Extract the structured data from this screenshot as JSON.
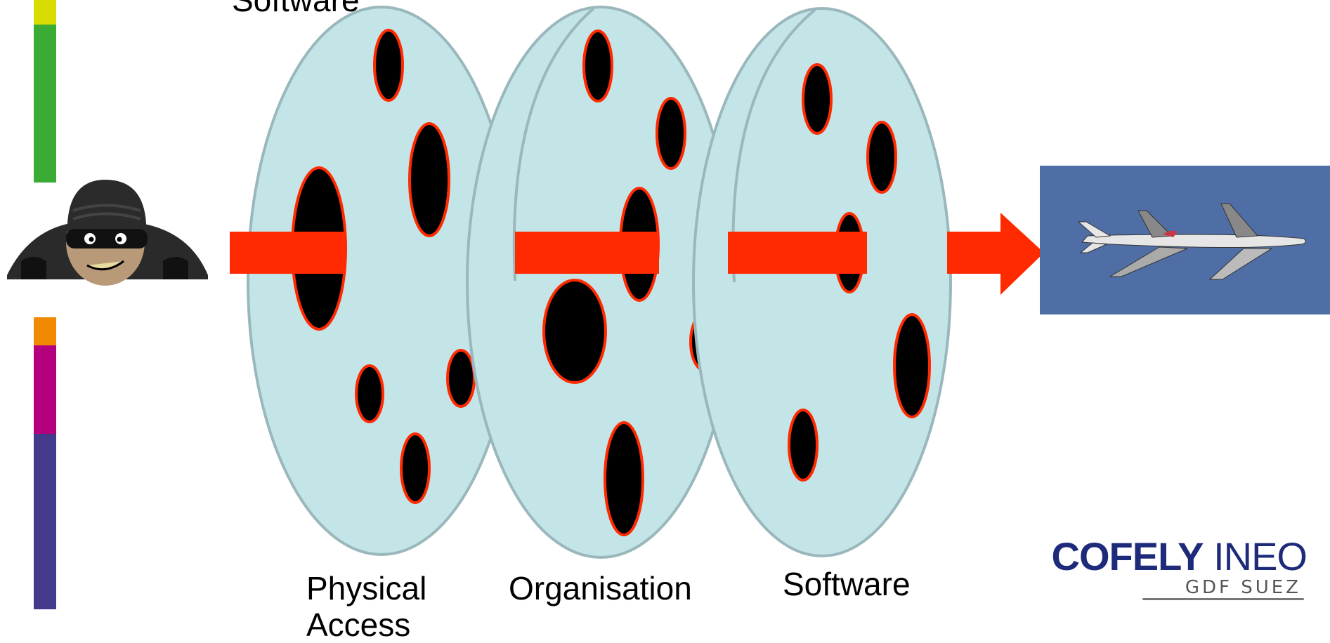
{
  "top_label": "Software",
  "layers": [
    {
      "label_lines": [
        "Physical",
        "Access"
      ]
    },
    {
      "label_lines": [
        "Organisation"
      ]
    },
    {
      "label_lines": [
        "Software"
      ]
    }
  ],
  "logo": {
    "brand_bold": "COFELY",
    "brand_light": "INEO",
    "sub": "GDF SUEZ"
  },
  "colors": {
    "layer_fill": "#c4e5e8",
    "layer_stroke": "#9ab8bc",
    "hole_fill": "#000000",
    "hole_stroke": "#ff2a00",
    "arrow": "#ff2a00",
    "sidebar": [
      "#d8dc00",
      "#3aab35",
      "#f08a00",
      "#b4007e",
      "#443a8c"
    ],
    "sky": "#4a6aa0"
  },
  "icons": {
    "attacker": "burglar-icon",
    "target": "airplane-photo"
  }
}
